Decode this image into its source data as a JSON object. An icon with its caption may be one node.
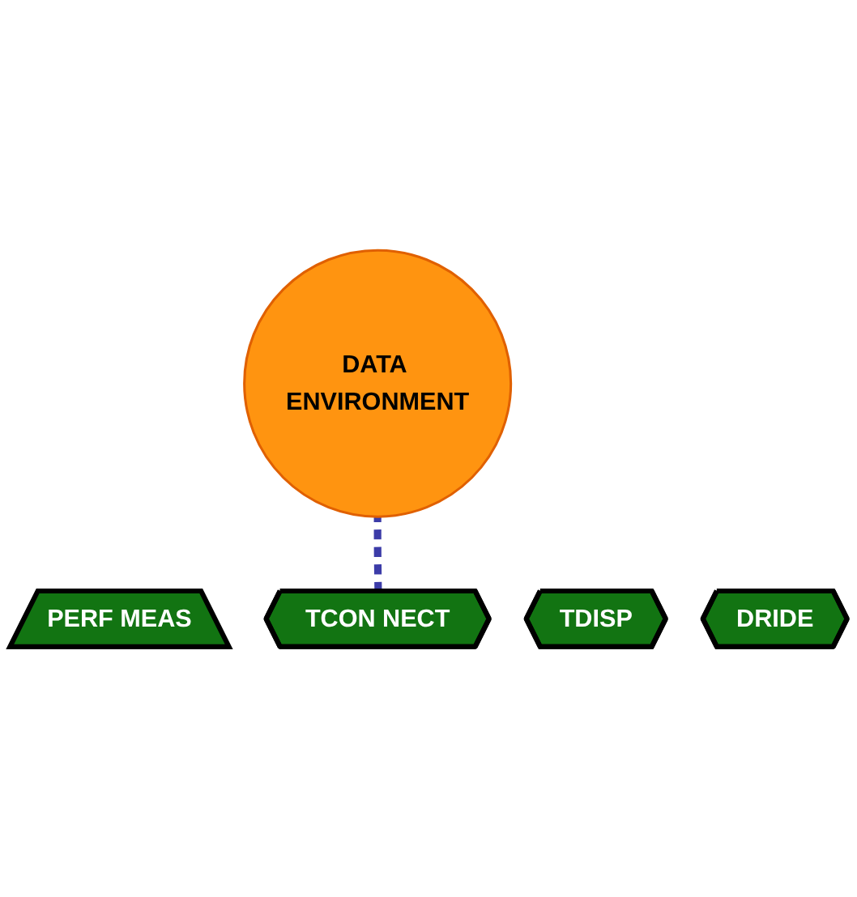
{
  "diagram": {
    "nodes": [
      {
        "text": [
          "DATA ENVIRONMENT"
        ]
      },
      {
        "text": [
          "PERF MEAS"
        ]
      },
      {
        "text": [
          "TCON NECT"
        ]
      },
      {
        "text": [
          "TDISP"
        ]
      },
      {
        "text": [
          "DRIDE"
        ]
      }
    ],
    "edges": [
      {
        "from": 2,
        "to": 0,
        "arrow": "none",
        "style": "dashed",
        "color": "#3c3ca8"
      }
    ]
  }
}
